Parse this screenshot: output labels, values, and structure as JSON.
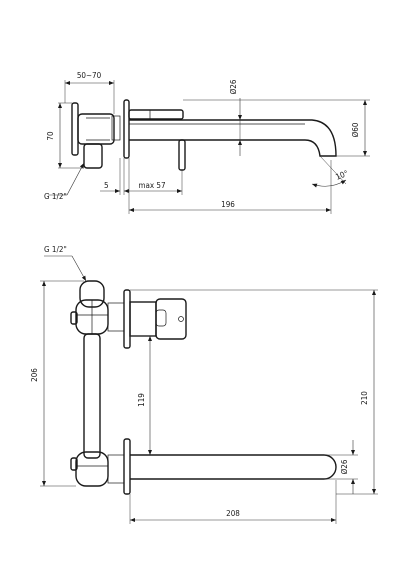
{
  "drawing": {
    "views": {
      "side": {
        "labels": {
          "offset_range": "50~70",
          "height_70": "70",
          "thread": "G 1/2\"",
          "gap_5": "5",
          "max_57": "max 57",
          "length_196": "196",
          "diameter_26": "Ø26",
          "diameter_60": "Ø60",
          "angle_10": "10°"
        }
      },
      "top": {
        "labels": {
          "thread": "G 1/2\"",
          "height_206": "206",
          "height_119": "119",
          "height_210": "210",
          "length_208": "208",
          "diameter_26": "Ø26"
        }
      }
    }
  }
}
